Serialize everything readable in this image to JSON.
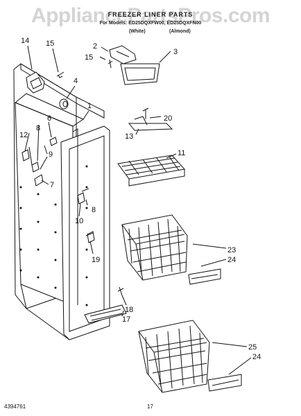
{
  "header": {
    "watermark": "AppliancePartsPros.com",
    "title": "FREEZER LINER PARTS",
    "models": "For Models: ED25DQXFW00, ED25DQXFN00",
    "color_white": "(White)",
    "color_almond": "(Almond)"
  },
  "callouts": [
    "14",
    "15",
    "2",
    "15",
    "3",
    "4",
    "1",
    "6",
    "8",
    "12",
    "9",
    "7",
    "20",
    "13",
    "11",
    "8",
    "10",
    "19",
    "23",
    "24",
    "18",
    "17",
    "25",
    "24"
  ],
  "footer": {
    "part_number": "4394761",
    "page": "17"
  },
  "colors": {
    "ink": "#111111",
    "watermark": "#a0a0a0"
  }
}
